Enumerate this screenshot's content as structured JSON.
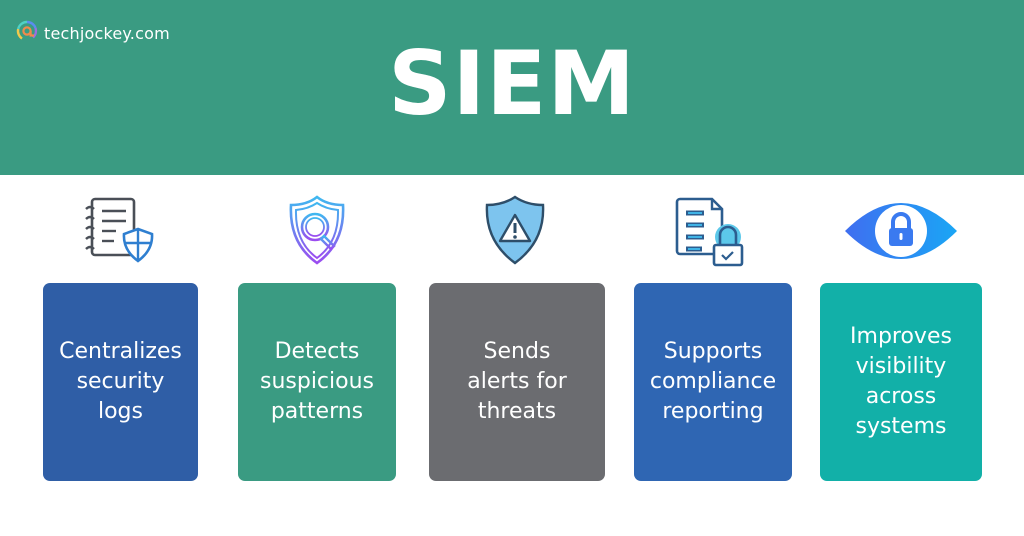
{
  "brand": {
    "name": "techjockey.com",
    "logo_icon": "techjockey-logo-icon"
  },
  "header": {
    "title": "SIEM",
    "background": "#3a9b82"
  },
  "features": [
    {
      "icon": "notebook-shield-icon",
      "label": "Centralizes security logs",
      "lines": [
        "Centralizes",
        "security",
        "logs"
      ],
      "color": "#2f5ea6"
    },
    {
      "icon": "shield-magnifier-icon",
      "label": "Detects suspicious patterns",
      "lines": [
        "Detects",
        "suspicious",
        "patterns"
      ],
      "color": "#3a9b82"
    },
    {
      "icon": "shield-warning-icon",
      "label": "Sends alerts for threats",
      "lines": [
        "Sends",
        "alerts for",
        "threats"
      ],
      "color": "#6b6c70"
    },
    {
      "icon": "document-lock-icon",
      "label": "Supports compliance reporting",
      "lines": [
        "Supports",
        "compliance",
        "reporting"
      ],
      "color": "#2f66b3"
    },
    {
      "icon": "eye-lock-icon",
      "label": "Improves visibility across systems",
      "lines": [
        "Improves",
        "visibility",
        "across",
        "systems"
      ],
      "color": "#12b0a8"
    }
  ]
}
